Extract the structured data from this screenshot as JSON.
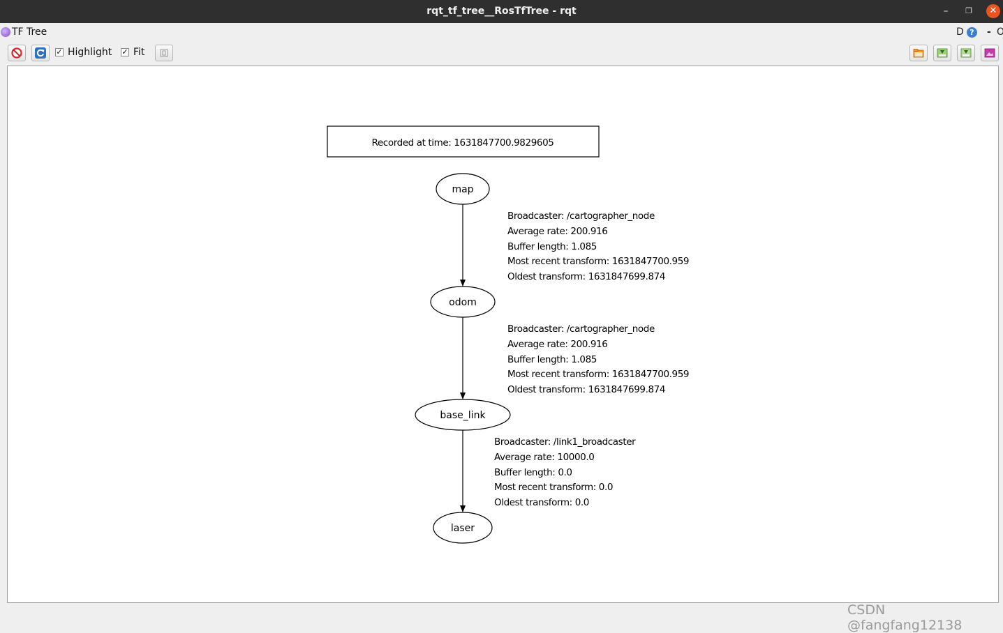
{
  "window": {
    "title": "rqt_tf_tree__RosTfTree - rqt",
    "minimize_label": "–",
    "maximize_label": "❐",
    "close_label": "✕"
  },
  "plugin": {
    "title": "TF Tree",
    "dock_label": "D",
    "help_label": "?",
    "dash_label": "-",
    "o_label": "O"
  },
  "toolbar": {
    "highlight_label": "Highlight",
    "highlight_checked": true,
    "fit_label": "Fit",
    "fit_checked": true,
    "check_mark": "✓"
  },
  "tree": {
    "recorded": "Recorded at time: 1631847700.9829605",
    "nodes": [
      "map",
      "odom",
      "base_link",
      "laser"
    ],
    "edges": [
      {
        "from": "map",
        "to": "odom",
        "lines": [
          "Broadcaster: /cartographer_node",
          "Average rate: 200.916",
          "Buffer length: 1.085",
          "Most recent transform: 1631847700.959",
          "Oldest transform: 1631847699.874"
        ]
      },
      {
        "from": "odom",
        "to": "base_link",
        "lines": [
          "Broadcaster: /cartographer_node",
          "Average rate: 200.916",
          "Buffer length: 1.085",
          "Most recent transform: 1631847700.959",
          "Oldest transform: 1631847699.874"
        ]
      },
      {
        "from": "base_link",
        "to": "laser",
        "lines": [
          "Broadcaster: /link1_broadcaster",
          "Average rate: 10000.0",
          "Buffer length: 0.0",
          "Most recent transform: 0.0",
          "Oldest transform: 0.0"
        ]
      }
    ]
  },
  "watermark": "CSDN @fangfang12138",
  "colors": {
    "titlebar": "#2f2f2f",
    "close": "#e95420",
    "background": "#efefef",
    "canvas": "#ffffff"
  }
}
